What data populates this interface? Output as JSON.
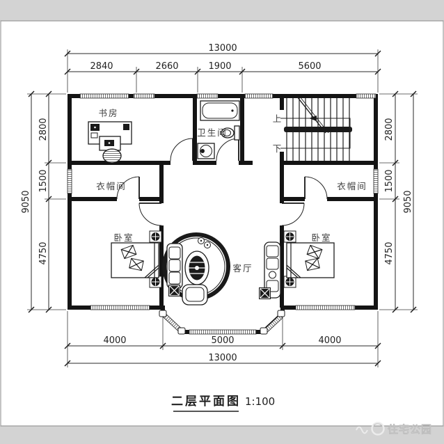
{
  "title": {
    "text": "二层平面图",
    "scale": "1:100"
  },
  "watermark": {
    "brand": "住宅公园"
  },
  "rooms": {
    "study": "书房",
    "bathroom": "卫生间",
    "cloak_left": "衣帽间",
    "cloak_right": "衣帽间",
    "bed_left": "卧室",
    "bed_right": "卧室",
    "living": "客厅",
    "up": "上",
    "down": "下"
  },
  "dims": {
    "top_total": "13000",
    "top_segments": [
      "2840",
      "2660",
      "1900",
      "5600"
    ],
    "bottom_segments": [
      "4000",
      "5000",
      "4000"
    ],
    "bottom_total": "13000",
    "left_total": "9050",
    "left_segments": [
      "2800",
      "1500",
      "4750"
    ],
    "right_segments": [
      "2800",
      "1500",
      "4750"
    ],
    "right_total": "9050"
  },
  "colors": {
    "line": "#141414",
    "page": "#ffffff",
    "margin": "#d3d3d3",
    "watermark": "#e9e9e9"
  }
}
